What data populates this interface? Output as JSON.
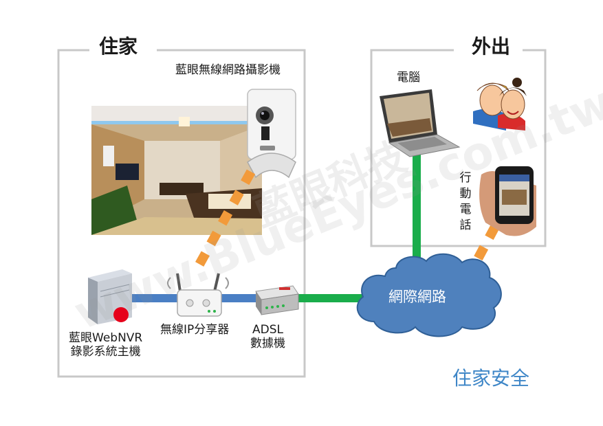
{
  "home": {
    "title": "住家",
    "camera_label": "藍眼無線網路攝影機",
    "nvr_label_line1": "藍眼WebNVR",
    "nvr_label_line2": "錄影系統主機",
    "router_label": "無線IP分享器",
    "modem_label_line1": "ADSL",
    "modem_label_line2": "數據機"
  },
  "away": {
    "title": "外出",
    "pc_label": "電腦",
    "phone_label": "行動電話"
  },
  "internet": {
    "label": "網際網路"
  },
  "footer": {
    "title": "住家安全"
  },
  "watermark": {
    "cn": "藍眼科技",
    "url": "www.BlueEyes.com.tw"
  },
  "colors": {
    "frame": "#c8c8c8",
    "lan_blue": "#4a7fc4",
    "wan_green": "#1aad4b",
    "wireless_orange": "#f29a3a",
    "cloud": "#4f81bd",
    "cloud_stroke": "#2f5f96",
    "footer_text": "#3e86c7",
    "nvr_light": "#e6001a"
  },
  "icons": [
    "camera-icon",
    "nvr-server-icon",
    "router-icon",
    "modem-icon",
    "laptop-icon",
    "phone-icon",
    "people-icon",
    "cloud-icon"
  ]
}
